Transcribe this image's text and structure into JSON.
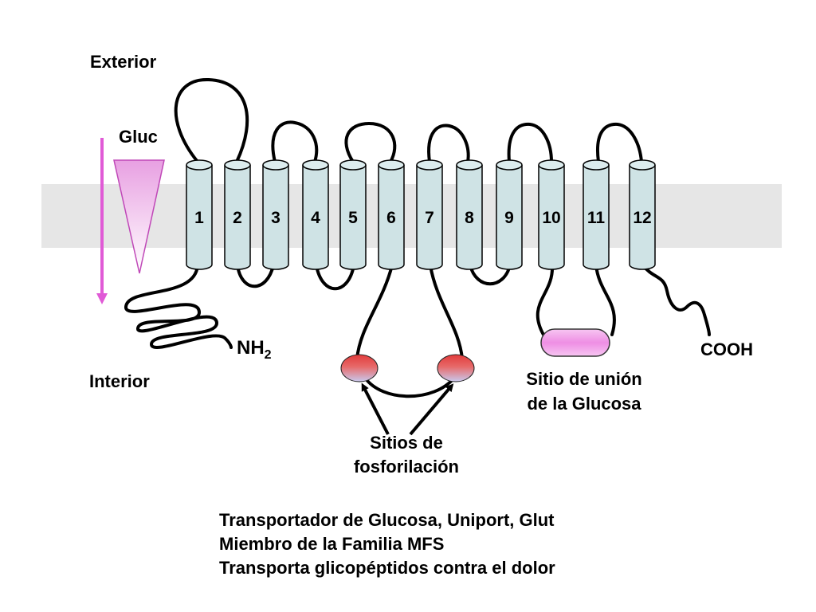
{
  "labels": {
    "exterior": "Exterior",
    "interior": "Interior",
    "gluc": "Gluc",
    "nh": "NH",
    "nh_sub": "2",
    "cooh": "COOH",
    "binding_site_line1": "Sitio de unión",
    "binding_site_line2": "de la Glucosa",
    "phospho_line1": "Sitios de",
    "phospho_line2": "fosforilación"
  },
  "helices": [
    "1",
    "2",
    "3",
    "4",
    "5",
    "6",
    "7",
    "8",
    "9",
    "10",
    "11",
    "12"
  ],
  "caption": [
    "Transportador de Glucosa, Uniport, Glut",
    "Miembro de la Familia MFS",
    "Transporta glicopéptidos contra el dolor"
  ],
  "colors": {
    "membrane": "#e6e6e6",
    "helix_fill": "#cfe3e5",
    "gradient_arrow": "#e05ad6",
    "phospho_top": "#e23b3b",
    "phospho_bottom": "#c9c9ee",
    "binding_site": "#ee8ee4"
  }
}
